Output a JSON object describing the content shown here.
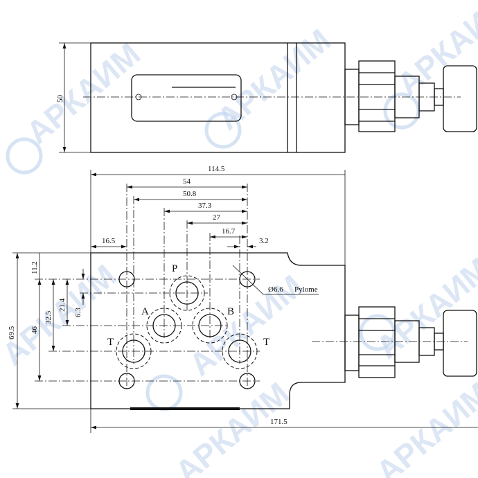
{
  "watermark": {
    "text": "АРКАИМ",
    "color": "#c5d7ee"
  },
  "top_view": {
    "dim_height": "50"
  },
  "bottom_view": {
    "dims_horizontal": {
      "overall": "114.5",
      "total": "171.5",
      "d54": "54",
      "d50_8": "50.8",
      "d37_3": "37.3",
      "d27": "27",
      "d16_7": "16.7",
      "d16_5": "16.5",
      "d3_2": "3.2"
    },
    "dims_vertical": {
      "d69_5": "69.5",
      "d46": "46",
      "d11_2": "11.2",
      "d32_5": "32.5",
      "d21_4": "21.4",
      "d6_3": "6.3"
    },
    "ports": {
      "p": "P",
      "a": "A",
      "b": "B",
      "t1": "T",
      "t2": "T"
    },
    "hole_note": {
      "diameter": "Ø6.6",
      "text": "Pylome"
    }
  }
}
